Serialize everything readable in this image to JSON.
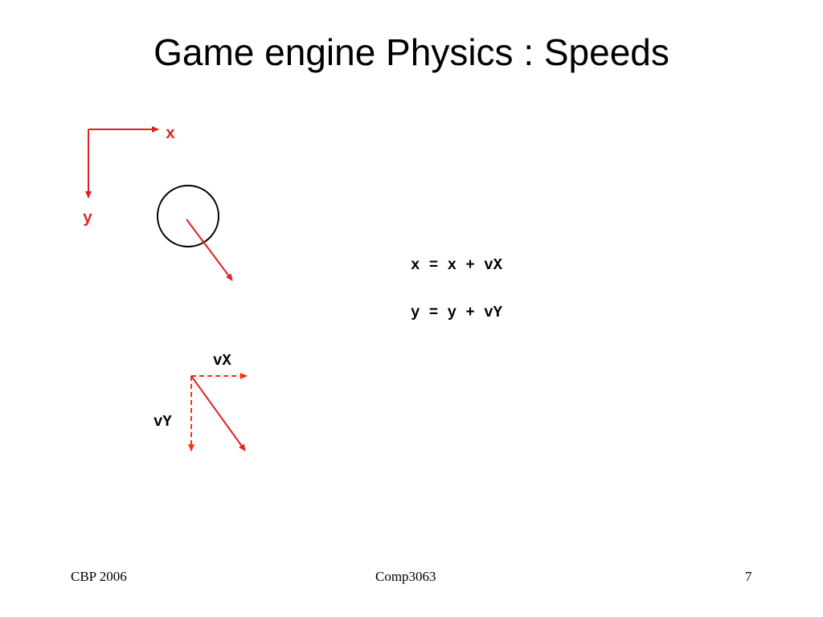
{
  "slide": {
    "title": "Game engine Physics : Speeds",
    "axes": {
      "x_label": "x",
      "y_label": "y"
    },
    "equations": {
      "line1": "x = x + vX",
      "line2": "y = y + vY"
    },
    "components": {
      "vx_label": "vX",
      "vy_label": "vY"
    },
    "footer": {
      "left": "CBP 2006",
      "center": "Comp3063",
      "right": "7"
    },
    "colors": {
      "axis_red": "#e02020",
      "vector_red": "#e02020",
      "component_red": "#ff3300",
      "text_black": "#000000"
    }
  }
}
